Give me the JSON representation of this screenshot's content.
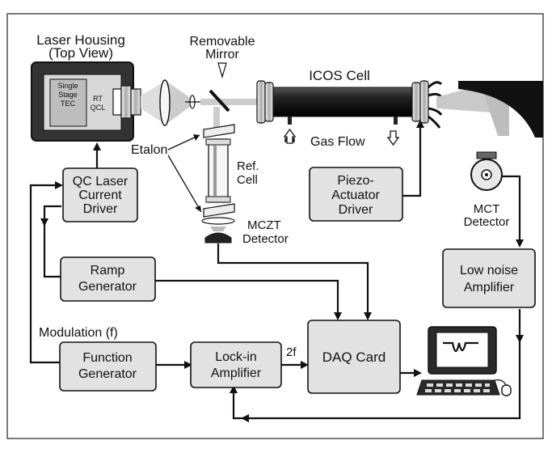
{
  "labels": {
    "laser_housing": [
      "Laser Housing",
      "(Top View)"
    ],
    "single_stage_tec": [
      "Single",
      "Stage",
      "TEC"
    ],
    "rt_qcl": [
      "RT",
      "QCL"
    ],
    "removable_mirror": [
      "Removable",
      "Mirror"
    ],
    "icos_cell": "ICOS Cell",
    "etalon": "Etalon",
    "ref_cell": [
      "Ref.",
      "Cell"
    ],
    "gas_flow": "Gas Flow",
    "mczt_detector": [
      "MCZT",
      "Detector"
    ],
    "mct_detector": [
      "MCT",
      "Detector"
    ],
    "modulation": "Modulation (f)",
    "two_f": "2f"
  },
  "boxes": {
    "qc_laser_driver": [
      "QC Laser",
      "Current",
      "Driver"
    ],
    "ramp_generator": [
      "Ramp",
      "Generator"
    ],
    "piezo_driver": [
      "Piezo-",
      "Actuator",
      "Driver"
    ],
    "low_noise_amplifier": [
      "Low noise",
      "Amplifier"
    ],
    "function_generator": [
      "Function",
      "Generator"
    ],
    "lockin_amplifier": [
      "Lock-in",
      "Amplifier"
    ],
    "daq_card": [
      "DAQ Card"
    ]
  }
}
